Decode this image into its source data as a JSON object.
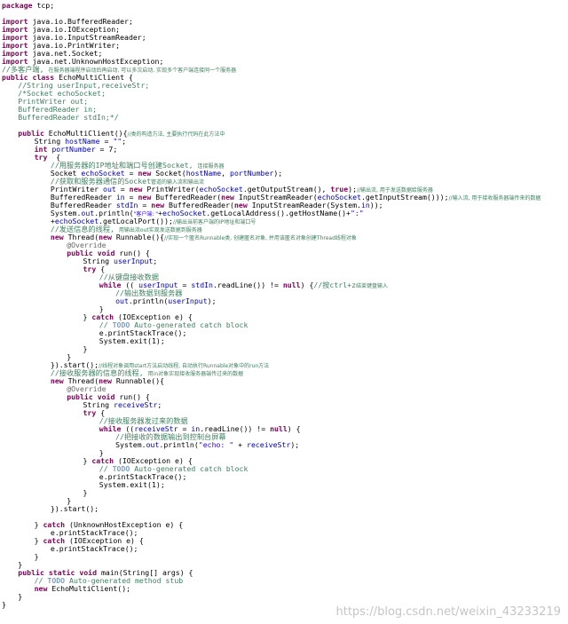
{
  "colors": {
    "kw": "#7f0055",
    "comment": "#3f7f5f",
    "string": "#2a00ff",
    "field": "#0000c0",
    "annotation": "#646464",
    "todo": "#7f9fbf",
    "plain": "#000000"
  },
  "watermark": "https://blog.csdn.net/weixin_43233219",
  "code_lines": [
    {
      "indent": 0,
      "tokens": [
        {
          "t": "package",
          "c": "kw"
        },
        {
          "t": " tcp;",
          "c": "pl"
        }
      ]
    },
    {
      "indent": 0,
      "tokens": []
    },
    {
      "indent": 0,
      "tokens": [
        {
          "t": "import",
          "c": "kw"
        },
        {
          "t": " java.io.BufferedReader;",
          "c": "pl"
        }
      ]
    },
    {
      "indent": 0,
      "tokens": [
        {
          "t": "import",
          "c": "kw"
        },
        {
          "t": " java.io.IOException;",
          "c": "pl"
        }
      ]
    },
    {
      "indent": 0,
      "tokens": [
        {
          "t": "import",
          "c": "kw"
        },
        {
          "t": " java.io.InputStreamReader;",
          "c": "pl"
        }
      ]
    },
    {
      "indent": 0,
      "tokens": [
        {
          "t": "import",
          "c": "kw"
        },
        {
          "t": " java.io.PrintWriter;",
          "c": "pl"
        }
      ]
    },
    {
      "indent": 0,
      "tokens": [
        {
          "t": "import",
          "c": "kw"
        },
        {
          "t": " java.net.Socket;",
          "c": "pl"
        }
      ]
    },
    {
      "indent": 0,
      "tokens": [
        {
          "t": "import",
          "c": "kw"
        },
        {
          "t": " java.net.UnknownHostException;",
          "c": "pl"
        }
      ]
    },
    {
      "indent": 0,
      "tokens": [
        {
          "t": "//多客户端, ",
          "c": "cm"
        },
        {
          "t": "在服务器端程序启动后再启动, 可以多次启动, 实现多个客户端连接同一个服务器",
          "c": "cm",
          "zh": true
        }
      ]
    },
    {
      "indent": 0,
      "tokens": [
        {
          "t": "public",
          "c": "kw"
        },
        {
          "t": " ",
          "c": "pl"
        },
        {
          "t": "class",
          "c": "kw"
        },
        {
          "t": " EchoMultiClient {",
          "c": "pl"
        }
      ]
    },
    {
      "indent": 1,
      "tokens": [
        {
          "t": "//String userInput,receiveStr;",
          "c": "cm"
        }
      ]
    },
    {
      "indent": 1,
      "tokens": [
        {
          "t": "/*Socket echoSocket;",
          "c": "cm"
        }
      ]
    },
    {
      "indent": 1,
      "tokens": [
        {
          "t": "PrintWriter out;",
          "c": "cm"
        }
      ]
    },
    {
      "indent": 1,
      "tokens": [
        {
          "t": "BufferedReader in;",
          "c": "cm"
        }
      ]
    },
    {
      "indent": 1,
      "tokens": [
        {
          "t": "BufferedReader stdIn;*/",
          "c": "cm"
        }
      ]
    },
    {
      "indent": 0,
      "tokens": []
    },
    {
      "indent": 1,
      "tokens": [
        {
          "t": "public",
          "c": "kw"
        },
        {
          "t": " EchoMultiClient(){",
          "c": "pl"
        },
        {
          "t": "//类的构造方法, 主要执行代码在此方法中",
          "c": "cm",
          "zh": true
        }
      ]
    },
    {
      "indent": 2,
      "tokens": [
        {
          "t": "String ",
          "c": "pl"
        },
        {
          "t": "hostName",
          "c": "fld"
        },
        {
          "t": " = ",
          "c": "pl"
        },
        {
          "t": "\"\"",
          "c": "str"
        },
        {
          "t": ";",
          "c": "pl"
        }
      ]
    },
    {
      "indent": 2,
      "tokens": [
        {
          "t": "int",
          "c": "kw"
        },
        {
          "t": " ",
          "c": "pl"
        },
        {
          "t": "portNumber",
          "c": "fld"
        },
        {
          "t": " = 7;",
          "c": "pl"
        }
      ]
    },
    {
      "indent": 2,
      "tokens": [
        {
          "t": "try",
          "c": "kw"
        },
        {
          "t": "  {",
          "c": "pl"
        }
      ]
    },
    {
      "indent": 3,
      "tokens": [
        {
          "t": "//用服务器的IP地址和端口号创建Socket, ",
          "c": "cm"
        },
        {
          "t": "连接服务器",
          "c": "cm",
          "zh": true
        }
      ]
    },
    {
      "indent": 3,
      "tokens": [
        {
          "t": "Socket ",
          "c": "pl"
        },
        {
          "t": "echoSocket",
          "c": "fld"
        },
        {
          "t": " = ",
          "c": "pl"
        },
        {
          "t": "new",
          "c": "kw"
        },
        {
          "t": " Socket(",
          "c": "pl"
        },
        {
          "t": "hostName",
          "c": "fld"
        },
        {
          "t": ", ",
          "c": "pl"
        },
        {
          "t": "portNumber",
          "c": "fld"
        },
        {
          "t": ");",
          "c": "pl"
        }
      ]
    },
    {
      "indent": 3,
      "tokens": [
        {
          "t": "//获取和服务器通信的Socket",
          "c": "cm"
        },
        {
          "t": "管道的输入流和输出流",
          "c": "cm",
          "zh": true
        }
      ]
    },
    {
      "indent": 3,
      "tokens": [
        {
          "t": "PrintWriter ",
          "c": "pl"
        },
        {
          "t": "out",
          "c": "fld"
        },
        {
          "t": " = ",
          "c": "pl"
        },
        {
          "t": "new",
          "c": "kw"
        },
        {
          "t": " PrintWriter(",
          "c": "pl"
        },
        {
          "t": "echoSocket",
          "c": "fld"
        },
        {
          "t": ".getOutputStream(), ",
          "c": "pl"
        },
        {
          "t": "true",
          "c": "kw"
        },
        {
          "t": ");",
          "c": "pl"
        },
        {
          "t": "//输出流, 用于发送数据给服务器",
          "c": "cm",
          "zh": true
        }
      ]
    },
    {
      "indent": 3,
      "tokens": [
        {
          "t": "BufferedReader ",
          "c": "pl"
        },
        {
          "t": "in",
          "c": "fld"
        },
        {
          "t": " = ",
          "c": "pl"
        },
        {
          "t": "new",
          "c": "kw"
        },
        {
          "t": " BufferedReader(",
          "c": "pl"
        },
        {
          "t": "new",
          "c": "kw"
        },
        {
          "t": " InputStreamReader(",
          "c": "pl"
        },
        {
          "t": "echoSocket",
          "c": "fld"
        },
        {
          "t": ".getInputStream()));",
          "c": "pl"
        },
        {
          "t": "//输入流, 用于接收服务器端传来的数据",
          "c": "cm",
          "zh": true
        }
      ]
    },
    {
      "indent": 3,
      "tokens": [
        {
          "t": "BufferedReader ",
          "c": "pl"
        },
        {
          "t": "stdIn",
          "c": "fld"
        },
        {
          "t": " = ",
          "c": "pl"
        },
        {
          "t": "new",
          "c": "kw"
        },
        {
          "t": " BufferedReader(",
          "c": "pl"
        },
        {
          "t": "new",
          "c": "kw"
        },
        {
          "t": " InputStreamReader(System.",
          "c": "pl"
        },
        {
          "t": "in",
          "c": "fld"
        },
        {
          "t": "));",
          "c": "pl"
        }
      ]
    },
    {
      "indent": 3,
      "tokens": [
        {
          "t": "System.",
          "c": "pl"
        },
        {
          "t": "out",
          "c": "fld"
        },
        {
          "t": ".println(",
          "c": "pl"
        },
        {
          "t": "\"客户端: \"",
          "c": "str",
          "zh": true
        },
        {
          "t": "+",
          "c": "pl"
        },
        {
          "t": "echoSocket",
          "c": "fld"
        },
        {
          "t": ".getLocalAddress().getHostName()+",
          "c": "pl"
        },
        {
          "t": "\":\"",
          "c": "str"
        }
      ]
    },
    {
      "indent": 3,
      "tokens": [
        {
          "t": "+",
          "c": "pl"
        },
        {
          "t": "echoSocket",
          "c": "fld"
        },
        {
          "t": ".getLocalPort());",
          "c": "pl"
        },
        {
          "t": "//输出当前客户端的IP地址和端口号",
          "c": "cm",
          "zh": true
        }
      ]
    },
    {
      "indent": 3,
      "tokens": [
        {
          "t": "//发送信息的线程, ",
          "c": "cm"
        },
        {
          "t": "用输出流out实现发送数据到服务器",
          "c": "cm",
          "zh": true
        }
      ]
    },
    {
      "indent": 3,
      "tokens": [
        {
          "t": "new",
          "c": "kw"
        },
        {
          "t": " Thread(",
          "c": "pl"
        },
        {
          "t": "new",
          "c": "kw"
        },
        {
          "t": " Runnable(){",
          "c": "pl"
        },
        {
          "t": "//实现一个匿名Runnable类, 创建匿名对象, 并用该匿名对象创建Thread线程对象",
          "c": "cm",
          "zh": true
        }
      ]
    },
    {
      "indent": 4,
      "tokens": [
        {
          "t": "@Override",
          "c": "ann"
        }
      ]
    },
    {
      "indent": 4,
      "tokens": [
        {
          "t": "public",
          "c": "kw"
        },
        {
          "t": " ",
          "c": "pl"
        },
        {
          "t": "void",
          "c": "kw"
        },
        {
          "t": " run() {",
          "c": "pl"
        }
      ]
    },
    {
      "indent": 5,
      "tokens": [
        {
          "t": "String ",
          "c": "pl"
        },
        {
          "t": "userInput",
          "c": "fld"
        },
        {
          "t": ";",
          "c": "pl"
        }
      ]
    },
    {
      "indent": 5,
      "tokens": [
        {
          "t": "try",
          "c": "kw"
        },
        {
          "t": " {",
          "c": "pl"
        }
      ]
    },
    {
      "indent": 6,
      "tokens": [
        {
          "t": "//从键盘接收数据",
          "c": "cm"
        }
      ]
    },
    {
      "indent": 6,
      "tokens": [
        {
          "t": "while",
          "c": "kw"
        },
        {
          "t": " (( ",
          "c": "pl"
        },
        {
          "t": "userInput",
          "c": "fld"
        },
        {
          "t": " = ",
          "c": "pl"
        },
        {
          "t": "stdIn",
          "c": "fld"
        },
        {
          "t": ".readLine()) != ",
          "c": "pl"
        },
        {
          "t": "null",
          "c": "kw"
        },
        {
          "t": ") {",
          "c": "pl"
        },
        {
          "t": "//按ctrl+z",
          "c": "cm"
        },
        {
          "t": "结束键盘输入",
          "c": "cm",
          "zh": true
        }
      ]
    },
    {
      "indent": 7,
      "tokens": [
        {
          "t": "//输出数据到服务器",
          "c": "cm"
        }
      ]
    },
    {
      "indent": 7,
      "tokens": [
        {
          "t": "out",
          "c": "fld"
        },
        {
          "t": ".println(",
          "c": "pl"
        },
        {
          "t": "userInput",
          "c": "fld"
        },
        {
          "t": ");",
          "c": "pl"
        }
      ]
    },
    {
      "indent": 6,
      "tokens": [
        {
          "t": "}",
          "c": "pl"
        }
      ]
    },
    {
      "indent": 5,
      "tokens": [
        {
          "t": "} ",
          "c": "pl"
        },
        {
          "t": "catch",
          "c": "kw"
        },
        {
          "t": " (IOException e) {",
          "c": "pl"
        }
      ]
    },
    {
      "indent": 6,
      "tokens": [
        {
          "t": "// ",
          "c": "cm"
        },
        {
          "t": "TODO",
          "c": "todo"
        },
        {
          "t": " Auto-generated catch block",
          "c": "cm"
        }
      ]
    },
    {
      "indent": 6,
      "tokens": [
        {
          "t": "e.printStackTrace();",
          "c": "pl"
        }
      ]
    },
    {
      "indent": 6,
      "tokens": [
        {
          "t": "System.",
          "c": "pl"
        },
        {
          "t": "exit(1);",
          "c": "pl"
        }
      ]
    },
    {
      "indent": 5,
      "tokens": [
        {
          "t": "}",
          "c": "pl"
        }
      ]
    },
    {
      "indent": 4,
      "tokens": [
        {
          "t": "}",
          "c": "pl"
        }
      ]
    },
    {
      "indent": 3,
      "tokens": [
        {
          "t": "}).start();",
          "c": "pl"
        },
        {
          "t": "//线程对象调用start方法启动线程, 自动执行Runnable对象中的run方法",
          "c": "cm",
          "zh": true
        }
      ]
    },
    {
      "indent": 3,
      "tokens": [
        {
          "t": "//接收服务器的信息的线程, ",
          "c": "cm"
        },
        {
          "t": "用in对象实现接收服务器端传过来的数据",
          "c": "cm",
          "zh": true
        }
      ]
    },
    {
      "indent": 3,
      "tokens": [
        {
          "t": "new",
          "c": "kw"
        },
        {
          "t": " Thread(",
          "c": "pl"
        },
        {
          "t": "new",
          "c": "kw"
        },
        {
          "t": " Runnable(){",
          "c": "pl"
        }
      ]
    },
    {
      "indent": 4,
      "tokens": [
        {
          "t": "@Override",
          "c": "ann"
        }
      ]
    },
    {
      "indent": 4,
      "tokens": [
        {
          "t": "public",
          "c": "kw"
        },
        {
          "t": " ",
          "c": "pl"
        },
        {
          "t": "void",
          "c": "kw"
        },
        {
          "t": " run() {",
          "c": "pl"
        }
      ]
    },
    {
      "indent": 5,
      "tokens": [
        {
          "t": "String ",
          "c": "pl"
        },
        {
          "t": "receiveStr",
          "c": "fld"
        },
        {
          "t": ";",
          "c": "pl"
        }
      ]
    },
    {
      "indent": 5,
      "tokens": [
        {
          "t": "try",
          "c": "kw"
        },
        {
          "t": " {",
          "c": "pl"
        }
      ]
    },
    {
      "indent": 6,
      "tokens": [
        {
          "t": "//接收服务器发过来的数据",
          "c": "cm"
        }
      ]
    },
    {
      "indent": 6,
      "tokens": [
        {
          "t": "while",
          "c": "kw"
        },
        {
          "t": " ((",
          "c": "pl"
        },
        {
          "t": "receiveStr",
          "c": "fld"
        },
        {
          "t": " = ",
          "c": "pl"
        },
        {
          "t": "in",
          "c": "fld"
        },
        {
          "t": ".readLine()) != ",
          "c": "pl"
        },
        {
          "t": "null",
          "c": "kw"
        },
        {
          "t": ") {",
          "c": "pl"
        }
      ]
    },
    {
      "indent": 7,
      "tokens": [
        {
          "t": "//把接收的数据输出到控制台屏幕",
          "c": "cm"
        }
      ]
    },
    {
      "indent": 7,
      "tokens": [
        {
          "t": "System.",
          "c": "pl"
        },
        {
          "t": "out",
          "c": "fld"
        },
        {
          "t": ".println(",
          "c": "pl"
        },
        {
          "t": "\"echo: \"",
          "c": "str"
        },
        {
          "t": " + ",
          "c": "pl"
        },
        {
          "t": "receiveStr",
          "c": "fld"
        },
        {
          "t": ");",
          "c": "pl"
        }
      ]
    },
    {
      "indent": 6,
      "tokens": [
        {
          "t": "}",
          "c": "pl"
        }
      ]
    },
    {
      "indent": 5,
      "tokens": [
        {
          "t": "} ",
          "c": "pl"
        },
        {
          "t": "catch",
          "c": "kw"
        },
        {
          "t": " (IOException e) {",
          "c": "pl"
        }
      ]
    },
    {
      "indent": 6,
      "tokens": [
        {
          "t": "// ",
          "c": "cm"
        },
        {
          "t": "TODO",
          "c": "todo"
        },
        {
          "t": " Auto-generated catch block",
          "c": "cm"
        }
      ]
    },
    {
      "indent": 6,
      "tokens": [
        {
          "t": "e.printStackTrace();",
          "c": "pl"
        }
      ]
    },
    {
      "indent": 6,
      "tokens": [
        {
          "t": "System.",
          "c": "pl"
        },
        {
          "t": "exit(1);",
          "c": "pl"
        }
      ]
    },
    {
      "indent": 5,
      "tokens": [
        {
          "t": "}",
          "c": "pl"
        }
      ]
    },
    {
      "indent": 4,
      "tokens": [
        {
          "t": "}",
          "c": "pl"
        }
      ]
    },
    {
      "indent": 3,
      "tokens": [
        {
          "t": "}).start();",
          "c": "pl"
        }
      ]
    },
    {
      "indent": 0,
      "tokens": []
    },
    {
      "indent": 2,
      "tokens": [
        {
          "t": "} ",
          "c": "pl"
        },
        {
          "t": "catch",
          "c": "kw"
        },
        {
          "t": " (UnknownHostException e) {",
          "c": "pl"
        }
      ]
    },
    {
      "indent": 3,
      "tokens": [
        {
          "t": "e.printStackTrace();",
          "c": "pl"
        }
      ]
    },
    {
      "indent": 2,
      "tokens": [
        {
          "t": "} ",
          "c": "pl"
        },
        {
          "t": "catch",
          "c": "kw"
        },
        {
          "t": " (IOException e) {",
          "c": "pl"
        }
      ]
    },
    {
      "indent": 3,
      "tokens": [
        {
          "t": "e.printStackTrace();",
          "c": "pl"
        }
      ]
    },
    {
      "indent": 2,
      "tokens": [
        {
          "t": "}",
          "c": "pl"
        }
      ]
    },
    {
      "indent": 1,
      "tokens": [
        {
          "t": "}",
          "c": "pl"
        }
      ]
    },
    {
      "indent": 1,
      "tokens": [
        {
          "t": "public",
          "c": "kw"
        },
        {
          "t": " ",
          "c": "pl"
        },
        {
          "t": "static",
          "c": "kw"
        },
        {
          "t": " ",
          "c": "pl"
        },
        {
          "t": "void",
          "c": "kw"
        },
        {
          "t": " main(String[] args) {",
          "c": "pl"
        }
      ]
    },
    {
      "indent": 2,
      "tokens": [
        {
          "t": "// ",
          "c": "cm"
        },
        {
          "t": "TODO",
          "c": "todo"
        },
        {
          "t": " Auto-generated method stub",
          "c": "cm"
        }
      ]
    },
    {
      "indent": 2,
      "tokens": [
        {
          "t": "new",
          "c": "kw"
        },
        {
          "t": " EchoMultiClient();",
          "c": "pl"
        }
      ]
    },
    {
      "indent": 1,
      "tokens": [
        {
          "t": "}",
          "c": "pl"
        }
      ]
    },
    {
      "indent": 0,
      "tokens": [
        {
          "t": "}",
          "c": "pl"
        }
      ]
    }
  ]
}
